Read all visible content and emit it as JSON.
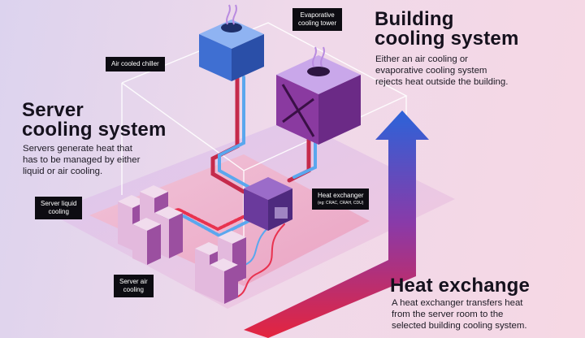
{
  "building": {
    "heading_line1": "Building",
    "heading_line2": "cooling system",
    "desc_line1": "Either an air cooling or",
    "desc_line2": "evaporative cooling system",
    "desc_line3": "rejects heat outside the building."
  },
  "server": {
    "heading_line1": "Server",
    "heading_line2": "cooling system",
    "desc_line1": "Servers generate heat that",
    "desc_line2": "has to be managed by either",
    "desc_line3": "liquid or air cooling."
  },
  "exchange": {
    "heading": "Heat exchange",
    "desc_line1": "A heat exchanger transfers heat",
    "desc_line2": "from the server room to the",
    "desc_line3": "selected building cooling system."
  },
  "labels": {
    "air_chiller": "Air cooled chiller",
    "evap_line1": "Evaporative",
    "evap_line2": "cooling tower",
    "hx_title": "Heat exchanger",
    "hx_sub": "(eg: CRAC, CRAH, CDU)",
    "liquid_line1": "Server liquid",
    "liquid_line2": "cooling",
    "air_line1": "Server air",
    "air_line2": "cooling"
  },
  "colors": {
    "hot": "#e8324f",
    "cold": "#5aa7ee",
    "arrow_top": "#2b63d9",
    "arrow_bottom": "#e4243e"
  }
}
